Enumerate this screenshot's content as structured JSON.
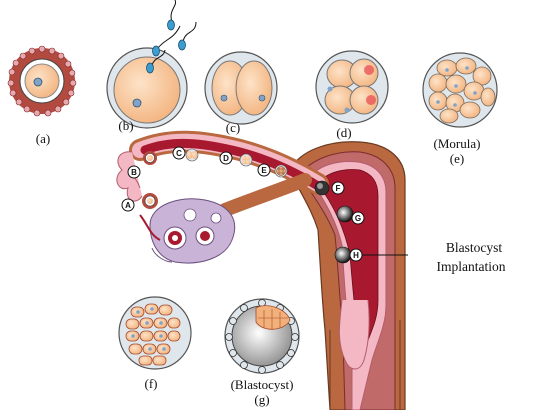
{
  "stages": {
    "a": "(a)",
    "b": "(b)",
    "c": "(c)",
    "d": "(d)",
    "e_name": "(Morula)",
    "e": "(e)",
    "f": "(f)",
    "g_name": "(Blastocyst)",
    "g": "(g)"
  },
  "markers": [
    "A",
    "B",
    "C",
    "D",
    "E",
    "F",
    "G",
    "H"
  ],
  "annotation": {
    "line1": "Blastocyst",
    "line2": "Implantation"
  }
}
